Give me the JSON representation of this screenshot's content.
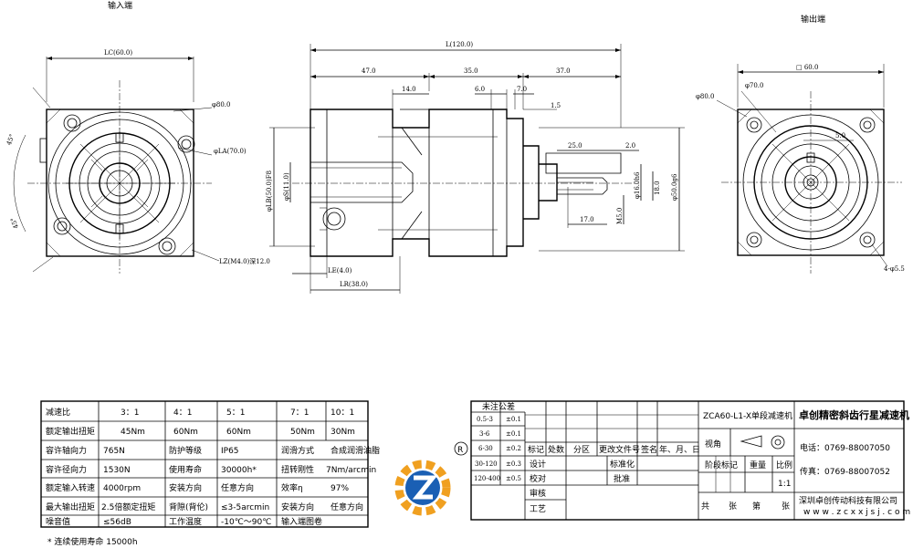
{
  "views": {
    "input_label": "输入端",
    "output_label": "输出端"
  },
  "left_view": {
    "lc": "LC(60.0)",
    "d80": "φ80.0",
    "la": "φLA(70.0)",
    "lz": "LZ(M4.0)深12.0",
    "angle1": "45°",
    "angle2": "45°"
  },
  "side_view": {
    "l": "L(120.0)",
    "d47": "47.0",
    "d35": "35.0",
    "d37": "37.0",
    "d14": "14.0",
    "d6": "6.0",
    "d7": "7.0",
    "d15": "1.5",
    "d25": "25.0",
    "d2": "2.0",
    "d17": "17.0",
    "m5": "M5.0",
    "d16": "φ16.0h6",
    "d18": "18.0",
    "d50": "φ50.0g6",
    "lb": "φLB(50.0)F8",
    "ls": "φS(11.0)",
    "le": "LE(4.0)",
    "lr": "LR(38.0)"
  },
  "right_view": {
    "sq": "□ 60.0",
    "d70": "φ70.0",
    "d80": "φ80.0",
    "d5": "5.0",
    "holes": "4-φ5.5"
  },
  "spec_table": {
    "rows": [
      [
        "减速比",
        "3：1",
        "4：1",
        "5：1",
        "7：1",
        "10：1"
      ],
      [
        "额定输出扭矩",
        "45Nm",
        "60Nm",
        "60Nm",
        "50Nm",
        "30Nm"
      ],
      [
        "容许轴向力",
        "765N",
        "防护等级",
        "IP65",
        "润滑方式",
        "合成润滑油脂"
      ],
      [
        "容许径向力",
        "1530N",
        "使用寿命",
        "30000h*",
        "扭转刚性",
        "7Nm/arcmin"
      ],
      [
        "额定输入转速",
        "4000rpm",
        "安装方向",
        "任意方向",
        "效率η",
        "97%"
      ],
      [
        "最大输出扭矩",
        "2.5倍额定扭矩",
        "背隙(背伦)",
        "≤3-5arcmin",
        "安装方向",
        "任意方向"
      ],
      [
        "噪音值",
        "≤56dB",
        "工作温度",
        "-10℃～90℃",
        "输入端图卷",
        ""
      ]
    ],
    "footnote": "* 连续使用寿命 15000h"
  },
  "title_block": {
    "tolerance_header": "未注公差",
    "tolerances": [
      [
        "0.5-3",
        "±0.1"
      ],
      [
        "3-6",
        "±0.1"
      ],
      [
        "6-30",
        "±0.2"
      ],
      [
        "30-120",
        "±0.3"
      ],
      [
        "120-400",
        "±0.5"
      ]
    ],
    "headers": [
      "标记",
      "处数",
      "分区",
      "更改文件号",
      "签名",
      "年、月、日"
    ],
    "design": "设计",
    "standard": "标准化",
    "proofread": "校对",
    "approve": "批准",
    "review": "审核",
    "craft": "工艺",
    "model": "ZCA60-L1-X单段减速机",
    "view_label": "视角",
    "stage_mark": "阶段标记",
    "weight": "重量",
    "scale": "比例",
    "scale_value": "1:1",
    "sheets_total": "共",
    "sheets_unit1": "张",
    "sheets_no": "第",
    "sheets_unit2": "张",
    "company_title": "卓创精密斜齿行星减速机",
    "phone": "电话：0769-88007050",
    "fax": "传真：0769-88007052",
    "company_name": "深圳卓创传动科技有限公司",
    "website": "w w w . z c x x j s j . c o m",
    "registered": "R"
  }
}
